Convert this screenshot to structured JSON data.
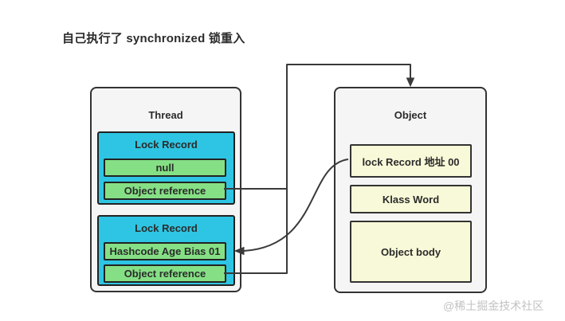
{
  "title": "自己执行了 synchronized 锁重入",
  "thread": {
    "label": "Thread",
    "lock_records": [
      {
        "label": "Lock Record",
        "rows": [
          "null",
          "Object reference"
        ]
      },
      {
        "label": "Lock Record",
        "rows": [
          "Hashcode Age Bias 01",
          "Object reference"
        ]
      }
    ]
  },
  "object": {
    "label": "Object",
    "rows": [
      "lock Record 地址 00",
      "Klass Word",
      "Object body"
    ]
  },
  "watermark": "@稀土掘金技术社区",
  "colors": {
    "lock_record_fill": "#2dc5e3",
    "row_fill": "#85e085",
    "object_row_fill": "#f8f9d8",
    "container_fill": "#f5f5f5",
    "border": "#333333",
    "connector": "#3a3a3a",
    "watermark": "#c2c2c2"
  }
}
